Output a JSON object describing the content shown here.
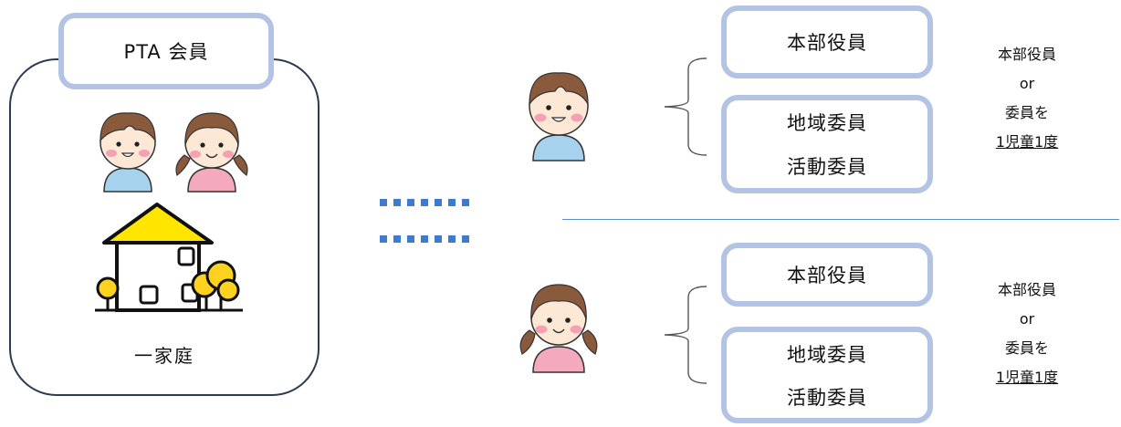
{
  "family": {
    "title": "PTA 会員",
    "household_label": "一家庭"
  },
  "children": [
    {
      "roles": {
        "top": "本部役員",
        "mid": "地域委員",
        "bottom": "活動委員"
      },
      "note": {
        "line1": "本部役員",
        "line2": "or",
        "line3": "委員を",
        "line4": "1児童1度"
      }
    },
    {
      "roles": {
        "top": "本部役員",
        "mid": "地域委員",
        "bottom": "活動委員"
      },
      "note": {
        "line1": "本部役員",
        "line2": "or",
        "line3": "委員を",
        "line4": "1児童1度"
      }
    }
  ],
  "colors": {
    "box_border": "#b3c3e3",
    "dots": "#3e7ad0",
    "divider": "#5b8fd3",
    "roof": "#ffe500",
    "tree": "#ffd21f",
    "boy_shirt": "#a6d2ee",
    "girl_shirt": "#f5a9bd",
    "hair": "#8a5a3c"
  }
}
